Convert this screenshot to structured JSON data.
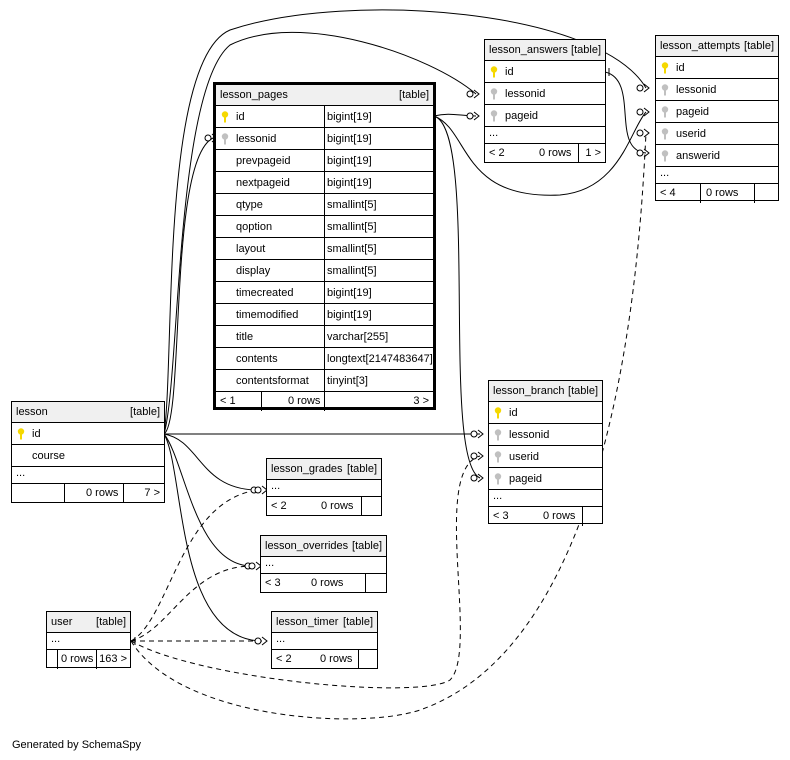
{
  "diagram": {
    "credit": "Generated by SchemaSpy",
    "colors": {
      "pk_key": "#f5d800",
      "fk_key": "#c0c0c0",
      "header_bg": "#f0f0f0"
    },
    "type_label": "[table]",
    "ellipsis": "...",
    "tables": {
      "lesson_pages": {
        "name": "lesson_pages",
        "columns": [
          {
            "name": "id",
            "type": "bigint[19]",
            "key": "pk"
          },
          {
            "name": "lessonid",
            "type": "bigint[19]",
            "key": "fk"
          },
          {
            "name": "prevpageid",
            "type": "bigint[19]",
            "key": ""
          },
          {
            "name": "nextpageid",
            "type": "bigint[19]",
            "key": ""
          },
          {
            "name": "qtype",
            "type": "smallint[5]",
            "key": ""
          },
          {
            "name": "qoption",
            "type": "smallint[5]",
            "key": ""
          },
          {
            "name": "layout",
            "type": "smallint[5]",
            "key": ""
          },
          {
            "name": "display",
            "type": "smallint[5]",
            "key": ""
          },
          {
            "name": "timecreated",
            "type": "bigint[19]",
            "key": ""
          },
          {
            "name": "timemodified",
            "type": "bigint[19]",
            "key": ""
          },
          {
            "name": "title",
            "type": "varchar[255]",
            "key": ""
          },
          {
            "name": "contents",
            "type": "longtext[2147483647]",
            "key": ""
          },
          {
            "name": "contentsformat",
            "type": "tinyint[3]",
            "key": ""
          }
        ],
        "footer": {
          "parents": "< 1",
          "rows": "0 rows",
          "children": "3 >"
        }
      },
      "lesson_answers": {
        "name": "lesson_answers",
        "columns": [
          {
            "name": "id",
            "key": "pk"
          },
          {
            "name": "lessonid",
            "key": "fk"
          },
          {
            "name": "pageid",
            "key": "fk"
          }
        ],
        "footer": {
          "parents": "< 2",
          "rows": "0 rows",
          "children": "1 >"
        }
      },
      "lesson_attempts": {
        "name": "lesson_attempts",
        "columns": [
          {
            "name": "id",
            "key": "pk"
          },
          {
            "name": "lessonid",
            "key": "fk"
          },
          {
            "name": "pageid",
            "key": "fk"
          },
          {
            "name": "userid",
            "key": "fk"
          },
          {
            "name": "answerid",
            "key": "fk"
          }
        ],
        "footer": {
          "parents": "< 4",
          "rows": "0 rows",
          "children": ""
        }
      },
      "lesson": {
        "name": "lesson",
        "columns": [
          {
            "name": "id",
            "key": "pk"
          },
          {
            "name": "course",
            "key": ""
          }
        ],
        "footer": {
          "parents": "",
          "rows": "0 rows",
          "children": "7 >"
        }
      },
      "lesson_branch": {
        "name": "lesson_branch",
        "columns": [
          {
            "name": "id",
            "key": "pk"
          },
          {
            "name": "lessonid",
            "key": "fk"
          },
          {
            "name": "userid",
            "key": "fk"
          },
          {
            "name": "pageid",
            "key": "fk"
          }
        ],
        "footer": {
          "parents": "< 3",
          "rows": "0 rows",
          "children": ""
        }
      },
      "lesson_grades": {
        "name": "lesson_grades",
        "footer": {
          "parents": "< 2",
          "rows": "0 rows",
          "children": ""
        }
      },
      "lesson_overrides": {
        "name": "lesson_overrides",
        "footer": {
          "parents": "< 3",
          "rows": "0 rows",
          "children": ""
        }
      },
      "lesson_timer": {
        "name": "lesson_timer",
        "footer": {
          "parents": "< 2",
          "rows": "0 rows",
          "children": ""
        }
      },
      "user": {
        "name": "user",
        "footer": {
          "parents": "",
          "rows": "0 rows",
          "children": "163 >"
        }
      }
    }
  }
}
